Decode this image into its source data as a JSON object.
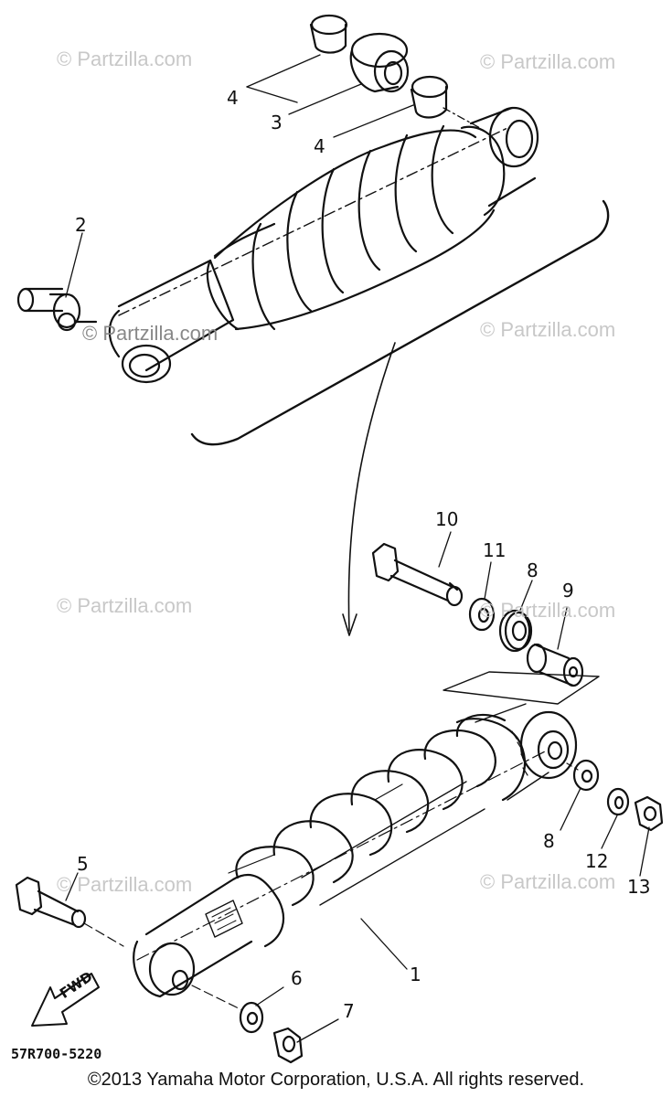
{
  "watermarks": [
    "© Partzilla.com",
    "© Partzilla.com",
    "© Partzilla.com",
    "© Partzilla.com",
    "© Partzilla.com",
    "© Partzilla.com",
    "© Partzilla.com",
    "© Partzilla.com"
  ],
  "callouts": {
    "c1": "1",
    "c2": "2",
    "c3": "3",
    "c4a": "4",
    "c4b": "4",
    "c5": "5",
    "c6": "6",
    "c7": "7",
    "c8a": "8",
    "c8b": "8",
    "c9": "9",
    "c10": "10",
    "c11": "11",
    "c12": "12",
    "c13": "13"
  },
  "direction_label": "FWD",
  "part_code": "57R700-5220",
  "copyright": "©2013 Yamaha Motor Corporation, U.S.A. All rights reserved."
}
